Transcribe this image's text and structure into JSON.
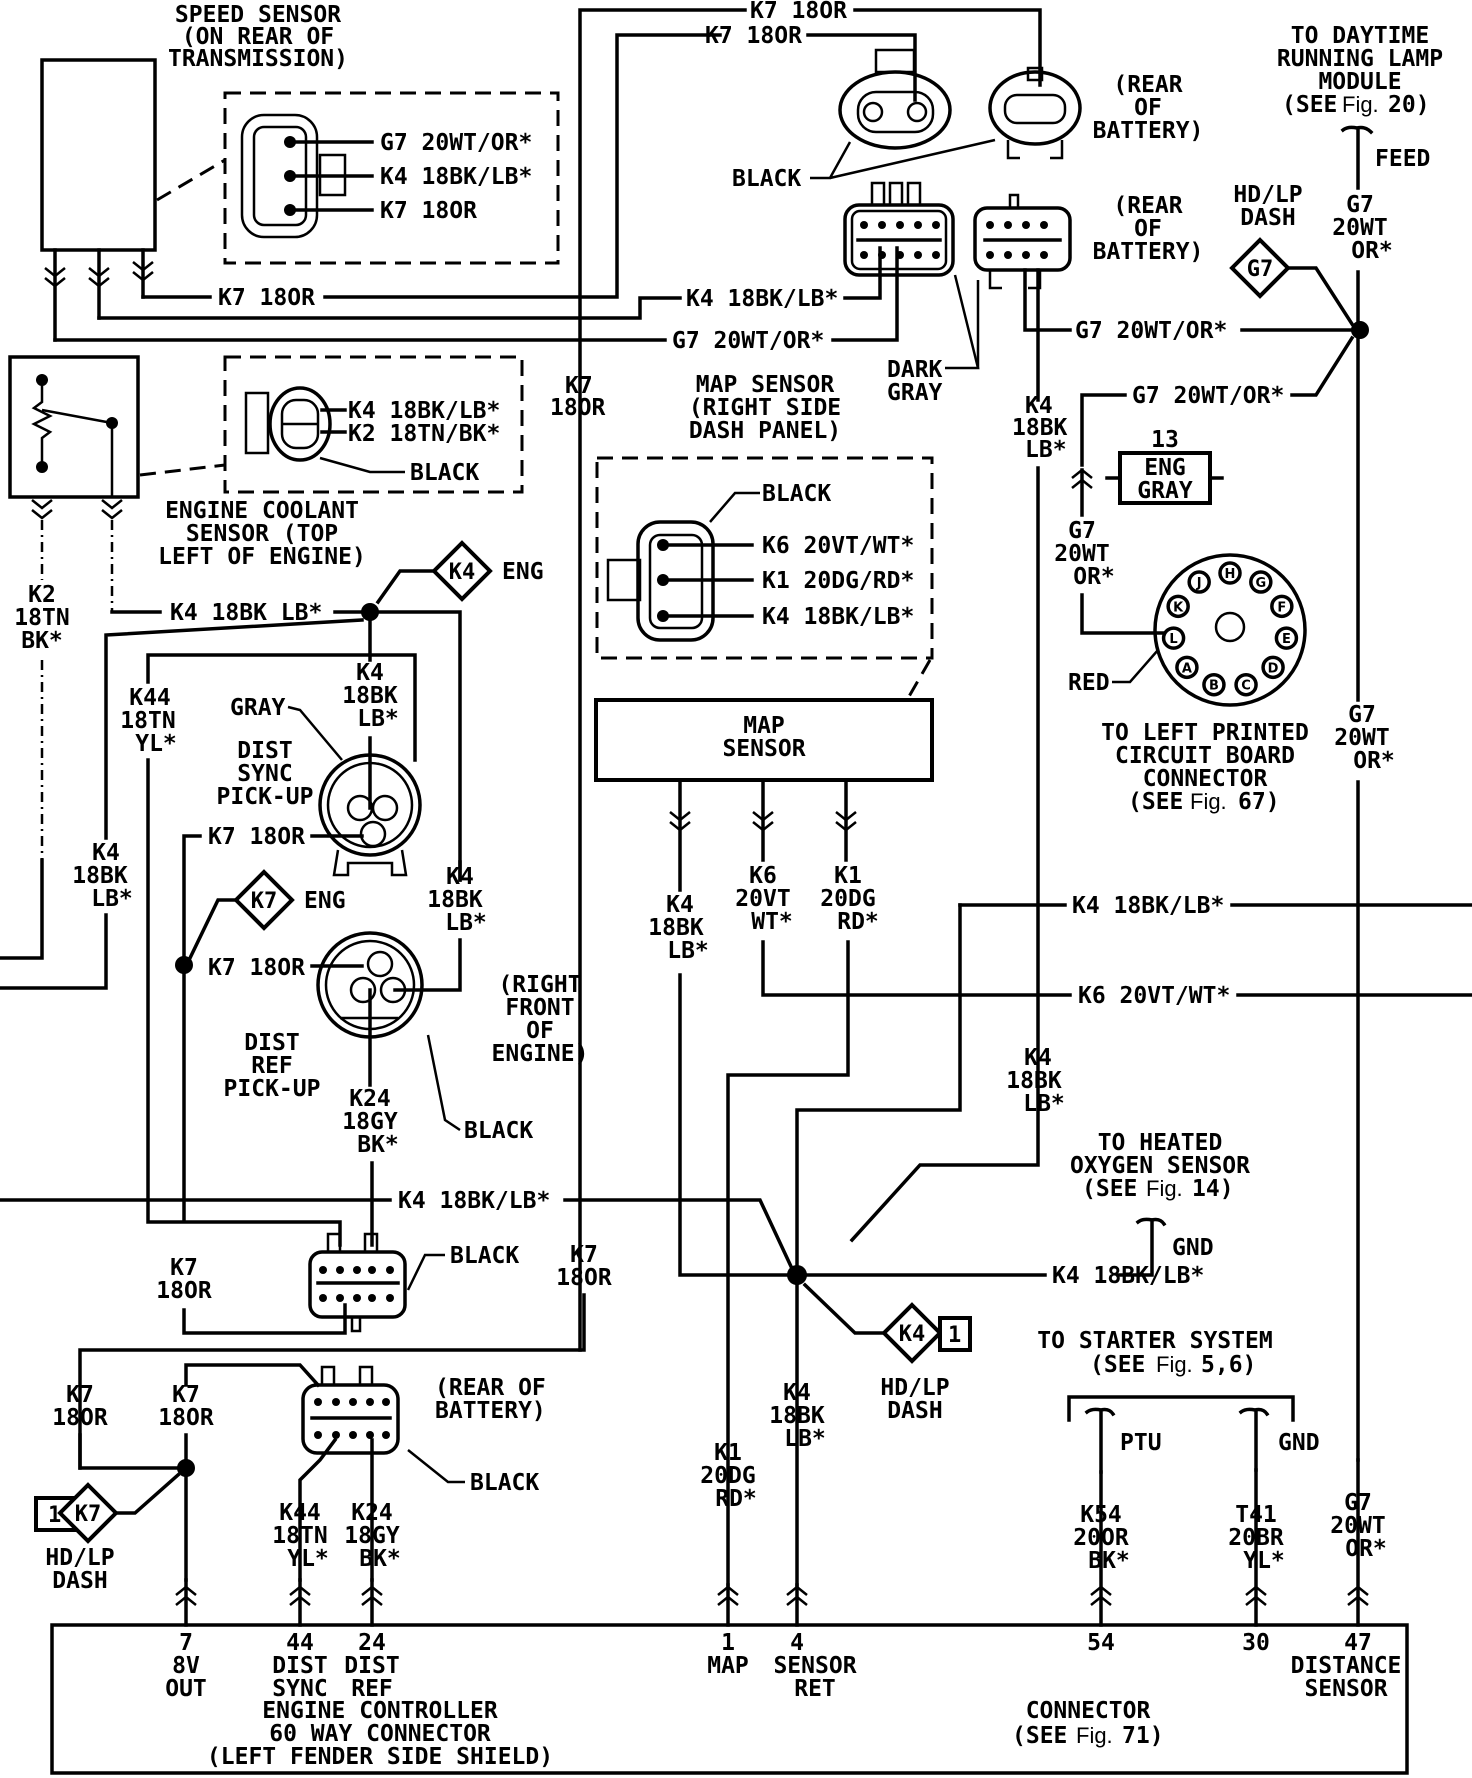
{
  "diagram": {
    "title": "Engine controller sensor wiring diagram",
    "components": {
      "speed_sensor": {
        "title": [
          "SPEED SENSOR",
          "(ON REAR OF",
          "TRANSMISSION)"
        ],
        "pins": [
          "G7 20WT/OR*",
          "K4 18BK/LB*",
          "K7 18OR"
        ]
      },
      "coolant_sensor": {
        "title": [
          "ENGINE COOLANT",
          "SENSOR (TOP",
          "LEFT OF ENGINE)"
        ],
        "pins": [
          "K4 18BK/LB*",
          "K2 18TN/BK*"
        ],
        "color": "BLACK"
      },
      "map_sensor": {
        "title": [
          "MAP SENSOR",
          "(RIGHT SIDE",
          "DASH PANEL)"
        ],
        "box_label": [
          "MAP",
          "SENSOR"
        ],
        "pins": [
          "K6 20VT/WT*",
          "K1 20DG/RD*",
          "K4 18BK/LB*"
        ],
        "color": "BLACK"
      },
      "dist_sync": {
        "title": [
          "DIST",
          "SYNC",
          "PICK-UP"
        ],
        "color": "GRAY"
      },
      "dist_ref": {
        "title": [
          "DIST",
          "REF",
          "PICK-UP"
        ],
        "color": "BLACK",
        "location": [
          "(RIGHT",
          "FRONT",
          "OF",
          "ENGINE)"
        ]
      },
      "eng_connector": {
        "number": "13",
        "label": [
          "ENG",
          "GRAY"
        ]
      },
      "pcb_connector": {
        "title": [
          "TO LEFT PRINTED",
          "CIRCUIT BOARD",
          "CONNECTOR"
        ],
        "fig_prefix": "(SEE",
        "fig": "Fig.",
        "fig_num": "67)",
        "color": "RED",
        "pins": [
          "H",
          "G",
          "F",
          "E",
          "D",
          "C",
          "B",
          "A",
          "L",
          "K",
          "J"
        ]
      },
      "drl_module": {
        "title": [
          "TO DAYTIME",
          "RUNNING LAMP",
          "MODULE"
        ],
        "fig_prefix": "(SEE",
        "fig": "Fig.",
        "fig_num": "20)",
        "term": "FEED"
      },
      "o2_sensor": {
        "title": [
          "TO HEATED",
          "OXYGEN SENSOR"
        ],
        "fig_prefix": "(SEE",
        "fig": "Fig.",
        "fig_num": "14)",
        "term": "GND"
      },
      "starter": {
        "title": [
          "TO STARTER SYSTEM"
        ],
        "fig_prefix": "(SEE",
        "fig": "Fig.",
        "fig_num": "5,6)",
        "term_left": "PTU",
        "term_right": "GND"
      },
      "battery_loc": [
        "(REAR",
        "OF",
        "BATTERY)"
      ],
      "battery_loc_2": [
        "(REAR OF",
        "BATTERY)"
      ],
      "black": "BLACK",
      "dark_gray": [
        "DARK",
        "GRAY"
      ],
      "ecu": {
        "title": [
          "ENGINE CONTROLLER",
          "60 WAY CONNECTOR",
          "(LEFT FENDER SIDE SHIELD)"
        ],
        "right_title": [
          "CONNECTOR"
        ],
        "right_fig_prefix": "(SEE",
        "right_fig": "Fig.",
        "right_fig_num": "71)",
        "pins": [
          {
            "num": "7",
            "name": [
              "8V",
              "OUT"
            ],
            "wire": [
              "K7",
              "18OR"
            ]
          },
          {
            "num": "44",
            "name": [
              "DIST",
              "SYNC"
            ],
            "wire": [
              "K44",
              "18TN",
              "YL*"
            ]
          },
          {
            "num": "24",
            "name": [
              "DIST",
              "REF"
            ],
            "wire": [
              "K24",
              "18GY",
              "BK*"
            ]
          },
          {
            "num": "1",
            "name": [
              "MAP"
            ],
            "wire": [
              "K1",
              "20DG",
              "RD*"
            ]
          },
          {
            "num": "4",
            "name": [
              "SENSOR",
              "RET"
            ],
            "wire": [
              "K4",
              "18BK",
              "LB*"
            ]
          },
          {
            "num": "54",
            "name": [],
            "wire": [
              "K54",
              "20OR",
              "BK*"
            ]
          },
          {
            "num": "30",
            "name": [],
            "wire": [
              "T41",
              "20BR",
              "YL*"
            ]
          },
          {
            "num": "47",
            "name": [
              "DISTANCE",
              "SENSOR"
            ],
            "wire": [
              "G7",
              "20WT",
              "OR*"
            ]
          }
        ]
      }
    },
    "splices": {
      "g7_hdlp": {
        "id": "G7",
        "label": [
          "HD/LP",
          "DASH"
        ]
      },
      "k4_eng": {
        "id": "K4",
        "label": "ENG"
      },
      "k7_eng": {
        "id": "K7",
        "label": "ENG"
      },
      "k4_hdlp": {
        "id": "K4",
        "num": "1",
        "label": [
          "HD/LP",
          "DASH"
        ]
      },
      "k7_hdlp": {
        "id": "K7",
        "num": "1",
        "label": [
          "HD/LP",
          "DASH"
        ]
      }
    },
    "wire_labels": {
      "k7_top1": "K7 18OR",
      "k7_top2": "K7 18OR",
      "k7_ss": "K7 18OR",
      "k4_ss": "K4 18BK/LB*",
      "g7_ss": "G7 20WT/OR*",
      "g7_bat": "G7 20WT/OR*",
      "g7_eng": "G7 20WT/OR*",
      "g7_top": [
        "G7",
        "20WT",
        "OR*"
      ],
      "g7_mid": [
        "G7",
        "20WT",
        "OR*"
      ],
      "g7_eng_v": [
        "G7",
        "20WT",
        "OR*"
      ],
      "k7_vert": [
        "K7",
        "18OR"
      ],
      "k4_bat_v": [
        "K4",
        "18BK",
        "LB*"
      ],
      "k2_v": [
        "K2",
        "18TN",
        "BK*"
      ],
      "k4_cool": "K4 18BK LB*",
      "k44_v": [
        "K44",
        "18TN",
        "YL*"
      ],
      "k4_sync": [
        "K4",
        "18BK",
        "LB*"
      ],
      "k4_left": [
        "K4",
        "18BK",
        "LB*"
      ],
      "k7_sync": "K7 18OR",
      "k7_ref": "K7 18OR",
      "k4_ref": [
        "K4",
        "18BK",
        "LB*"
      ],
      "k24_v": [
        "K24",
        "18GY",
        "BK*"
      ],
      "k4_map": [
        "K4",
        "18BK",
        "LB*"
      ],
      "k6_map": [
        "K6",
        "20VT",
        "WT*"
      ],
      "k1_map": [
        "K1",
        "20DG",
        "RD*"
      ],
      "k4_right": "K4 18BK/LB*",
      "k6_right": "K6 20VT/WT*",
      "k4_mid_v": [
        "K4",
        "18BK",
        "LB*"
      ],
      "k4_horiz": "K4 18BK/LB*",
      "k4_o2": "K4 18BK/LB*",
      "k7_conn": [
        "K7",
        "18OR"
      ],
      "k7_conn2": [
        "K7",
        "18OR"
      ],
      "k7_left": [
        "K7",
        "18OR"
      ],
      "k7_left2": [
        "K7",
        "18OR"
      ]
    }
  }
}
